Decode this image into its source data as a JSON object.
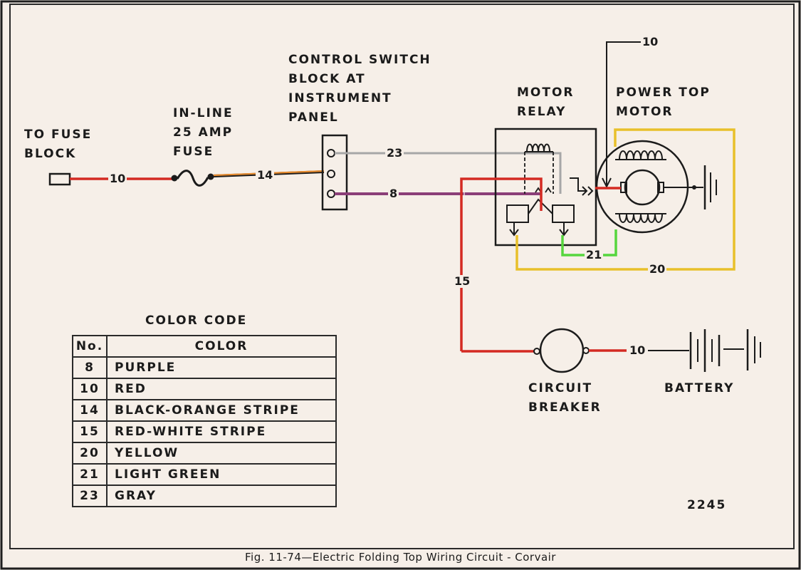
{
  "labels": {
    "fuse_block": [
      "TO FUSE",
      "BLOCK"
    ],
    "inline_fuse": [
      "IN-LINE",
      "25 AMP",
      "FUSE"
    ],
    "switch_block": [
      "CONTROL SWITCH",
      "BLOCK AT",
      "INSTRUMENT",
      "PANEL"
    ],
    "motor_relay": [
      "MOTOR",
      "RELAY"
    ],
    "power_top_motor": [
      "POWER TOP",
      "MOTOR"
    ],
    "circuit_breaker": [
      "CIRCUIT",
      "BREAKER"
    ],
    "battery": "BATTERY",
    "figure_number": "2245",
    "caption": "Fig. 11-74—Electric Folding Top Wiring Circuit - Corvair"
  },
  "wire_numbers": {
    "fuse_red": "10",
    "fuse_to_switch": "14",
    "switch_gray": "23",
    "switch_purple": "8",
    "motor_feed": "10",
    "relay_green": "21",
    "yellow": "20",
    "breaker_feed": "15",
    "battery_red": "10"
  },
  "color_code": {
    "title": "COLOR CODE",
    "headers": [
      "No.",
      "COLOR"
    ],
    "rows": [
      {
        "no": "8",
        "color": "PURPLE"
      },
      {
        "no": "10",
        "color": "RED"
      },
      {
        "no": "14",
        "color": "BLACK-ORANGE STRIPE"
      },
      {
        "no": "15",
        "color": "RED-WHITE STRIPE"
      },
      {
        "no": "20",
        "color": "YELLOW"
      },
      {
        "no": "21",
        "color": "LIGHT GREEN"
      },
      {
        "no": "23",
        "color": "GRAY"
      }
    ]
  },
  "wire_colors": {
    "red": "#d42a22",
    "orange": "#e58a2e",
    "purple": "#8b3e78",
    "gray": "#a7a7a7",
    "yellow": "#e8c02a",
    "green": "#56d63e",
    "ink": "#1b1b1b"
  }
}
